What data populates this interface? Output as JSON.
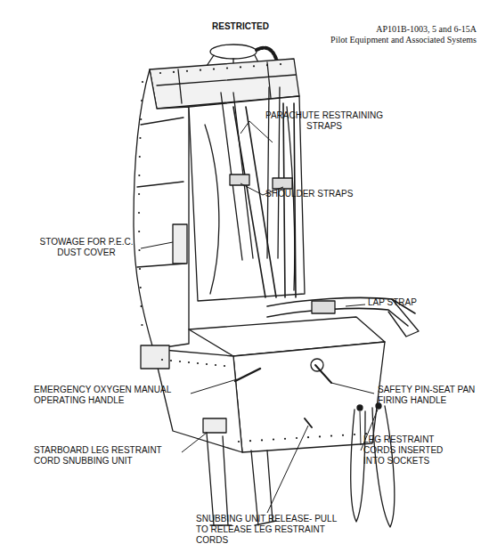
{
  "diagram": {
    "labels": [
      "RESTRICTED",
      "AP101B-1003, 5 and 6-15A",
      "Pilot Equipment and Associated Systems",
      "PARACHUTE RESTRAINING STRAPS",
      "SHOULDER STRAPS",
      "STOWAGE FOR P.E.C. DUST COVER",
      "LAP STRAP",
      "EMERGENCY OXYGEN MANUAL OPERATING HANDLE",
      "SAFETY PIN-SEAT PAN FIRING HANDLE",
      "STARBOARD LEG RESTRAINT CORD SNUBBING UNIT",
      "LEG RESTRAINT CORDS INSERTED INTO SOCKETS",
      "SNUBBING UNIT RELEASE- PULL TO RELEASE LEG RESTRAINT CORDS"
    ]
  }
}
